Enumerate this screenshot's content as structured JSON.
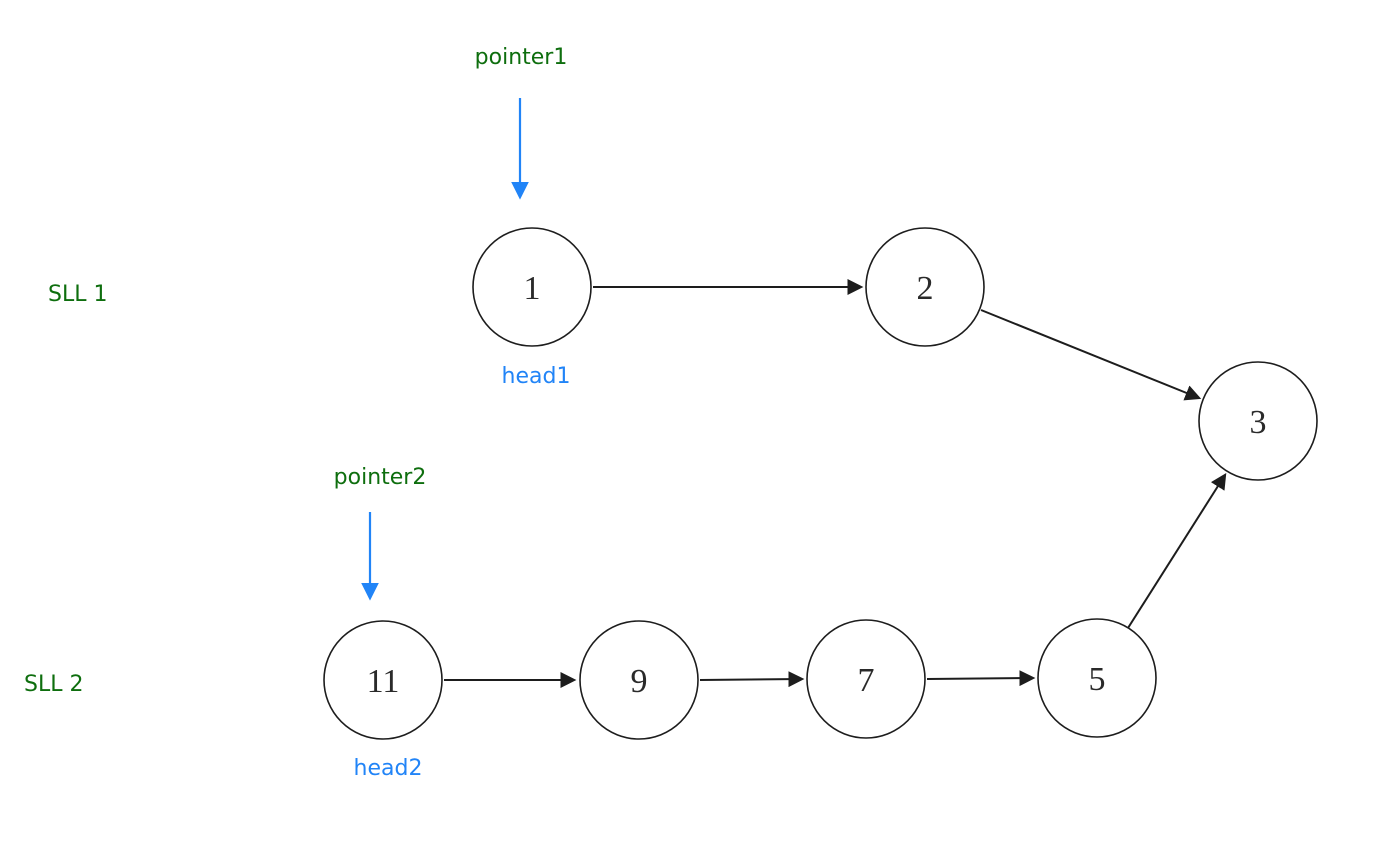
{
  "colors": {
    "label_green": "#0e6e0e",
    "pointer_blue": "#2184f7",
    "edge_black": "#1d1d1d",
    "node_border": "#1d1d1d",
    "node_value_color": "#2a2a2a"
  },
  "sll1": {
    "label": "SLL 1",
    "pointer_label": "pointer1",
    "head_label": "head1",
    "node_values": [
      "1",
      "2",
      "3"
    ]
  },
  "sll2": {
    "label": "SLL 2",
    "pointer_label": "pointer2",
    "head_label": "head2",
    "node_values": [
      "11",
      "9",
      "7",
      "5",
      "3"
    ]
  },
  "merge": {
    "shared_node_value": "3"
  }
}
